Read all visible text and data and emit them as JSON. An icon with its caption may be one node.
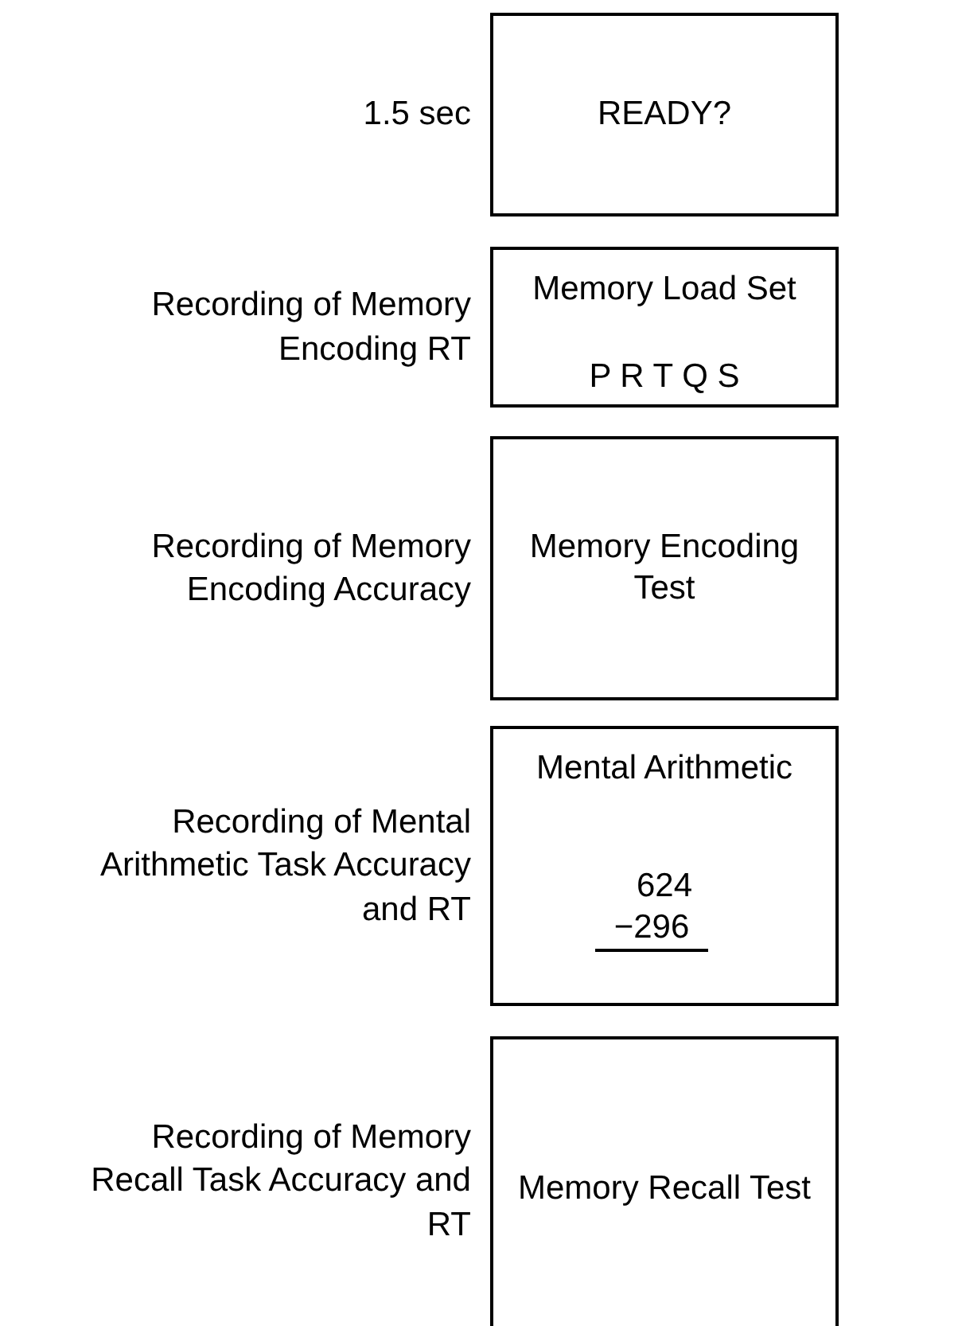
{
  "diagram": {
    "nodes": [
      {
        "text": [
          "READY?"
        ],
        "beside": [
          "1.5 sec"
        ]
      },
      {
        "text": [
          "Memory Load Set",
          "P R T Q S"
        ],
        "beside": [
          "Recording of Memory Encoding RT"
        ]
      },
      {
        "text": [
          "Memory Encoding Test"
        ],
        "beside": [
          "Recording of Memory Encoding Accuracy"
        ]
      },
      {
        "text": [
          "Mental Arithmetic",
          "624",
          "−296"
        ],
        "beside": [
          "Recording of Mental Arithmetic Task Accuracy and RT"
        ]
      },
      {
        "text": [
          "Memory Recall Test"
        ],
        "beside": [
          "Recording of Memory Recall Task Accuracy and RT"
        ]
      }
    ]
  }
}
